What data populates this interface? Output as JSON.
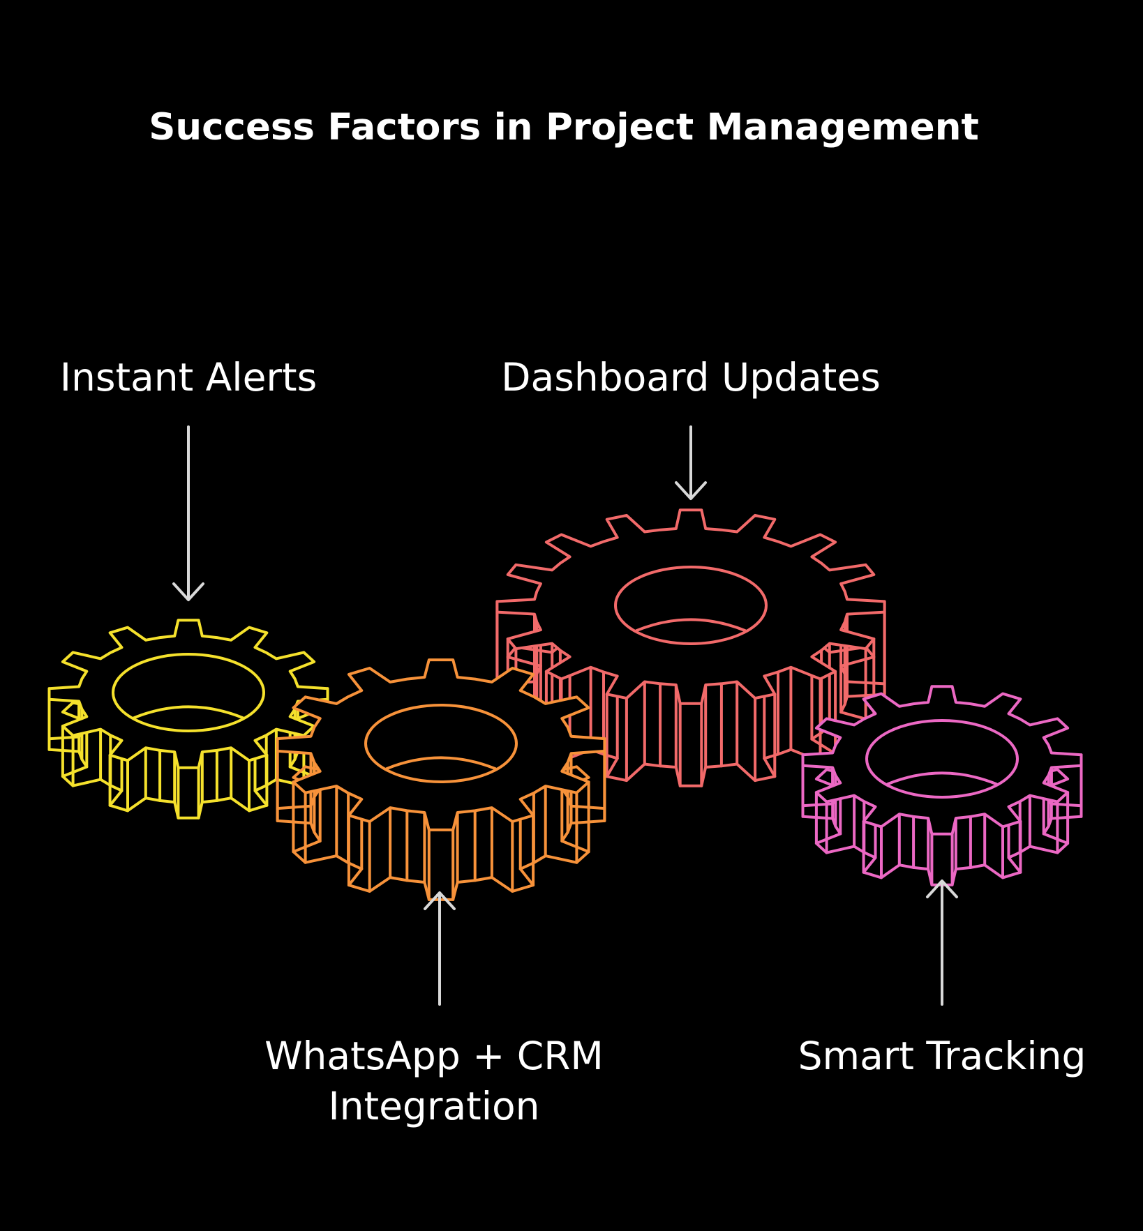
{
  "title": "Success Factors in Project Management",
  "factors": [
    {
      "id": "instant-alerts",
      "lines": [
        "Instant Alerts"
      ],
      "color": "#f5e12c"
    },
    {
      "id": "whatsapp-crm",
      "lines": [
        "WhatsApp + CRM",
        "Integration"
      ],
      "color": "#f7923a"
    },
    {
      "id": "dashboard-updates",
      "lines": [
        "Dashboard Updates"
      ],
      "color": "#f26a6a"
    },
    {
      "id": "smart-tracking",
      "lines": [
        "Smart Tracking"
      ],
      "color": "#ec68c4"
    }
  ],
  "background": "#000000",
  "arrow_color": "#d9d9d9"
}
